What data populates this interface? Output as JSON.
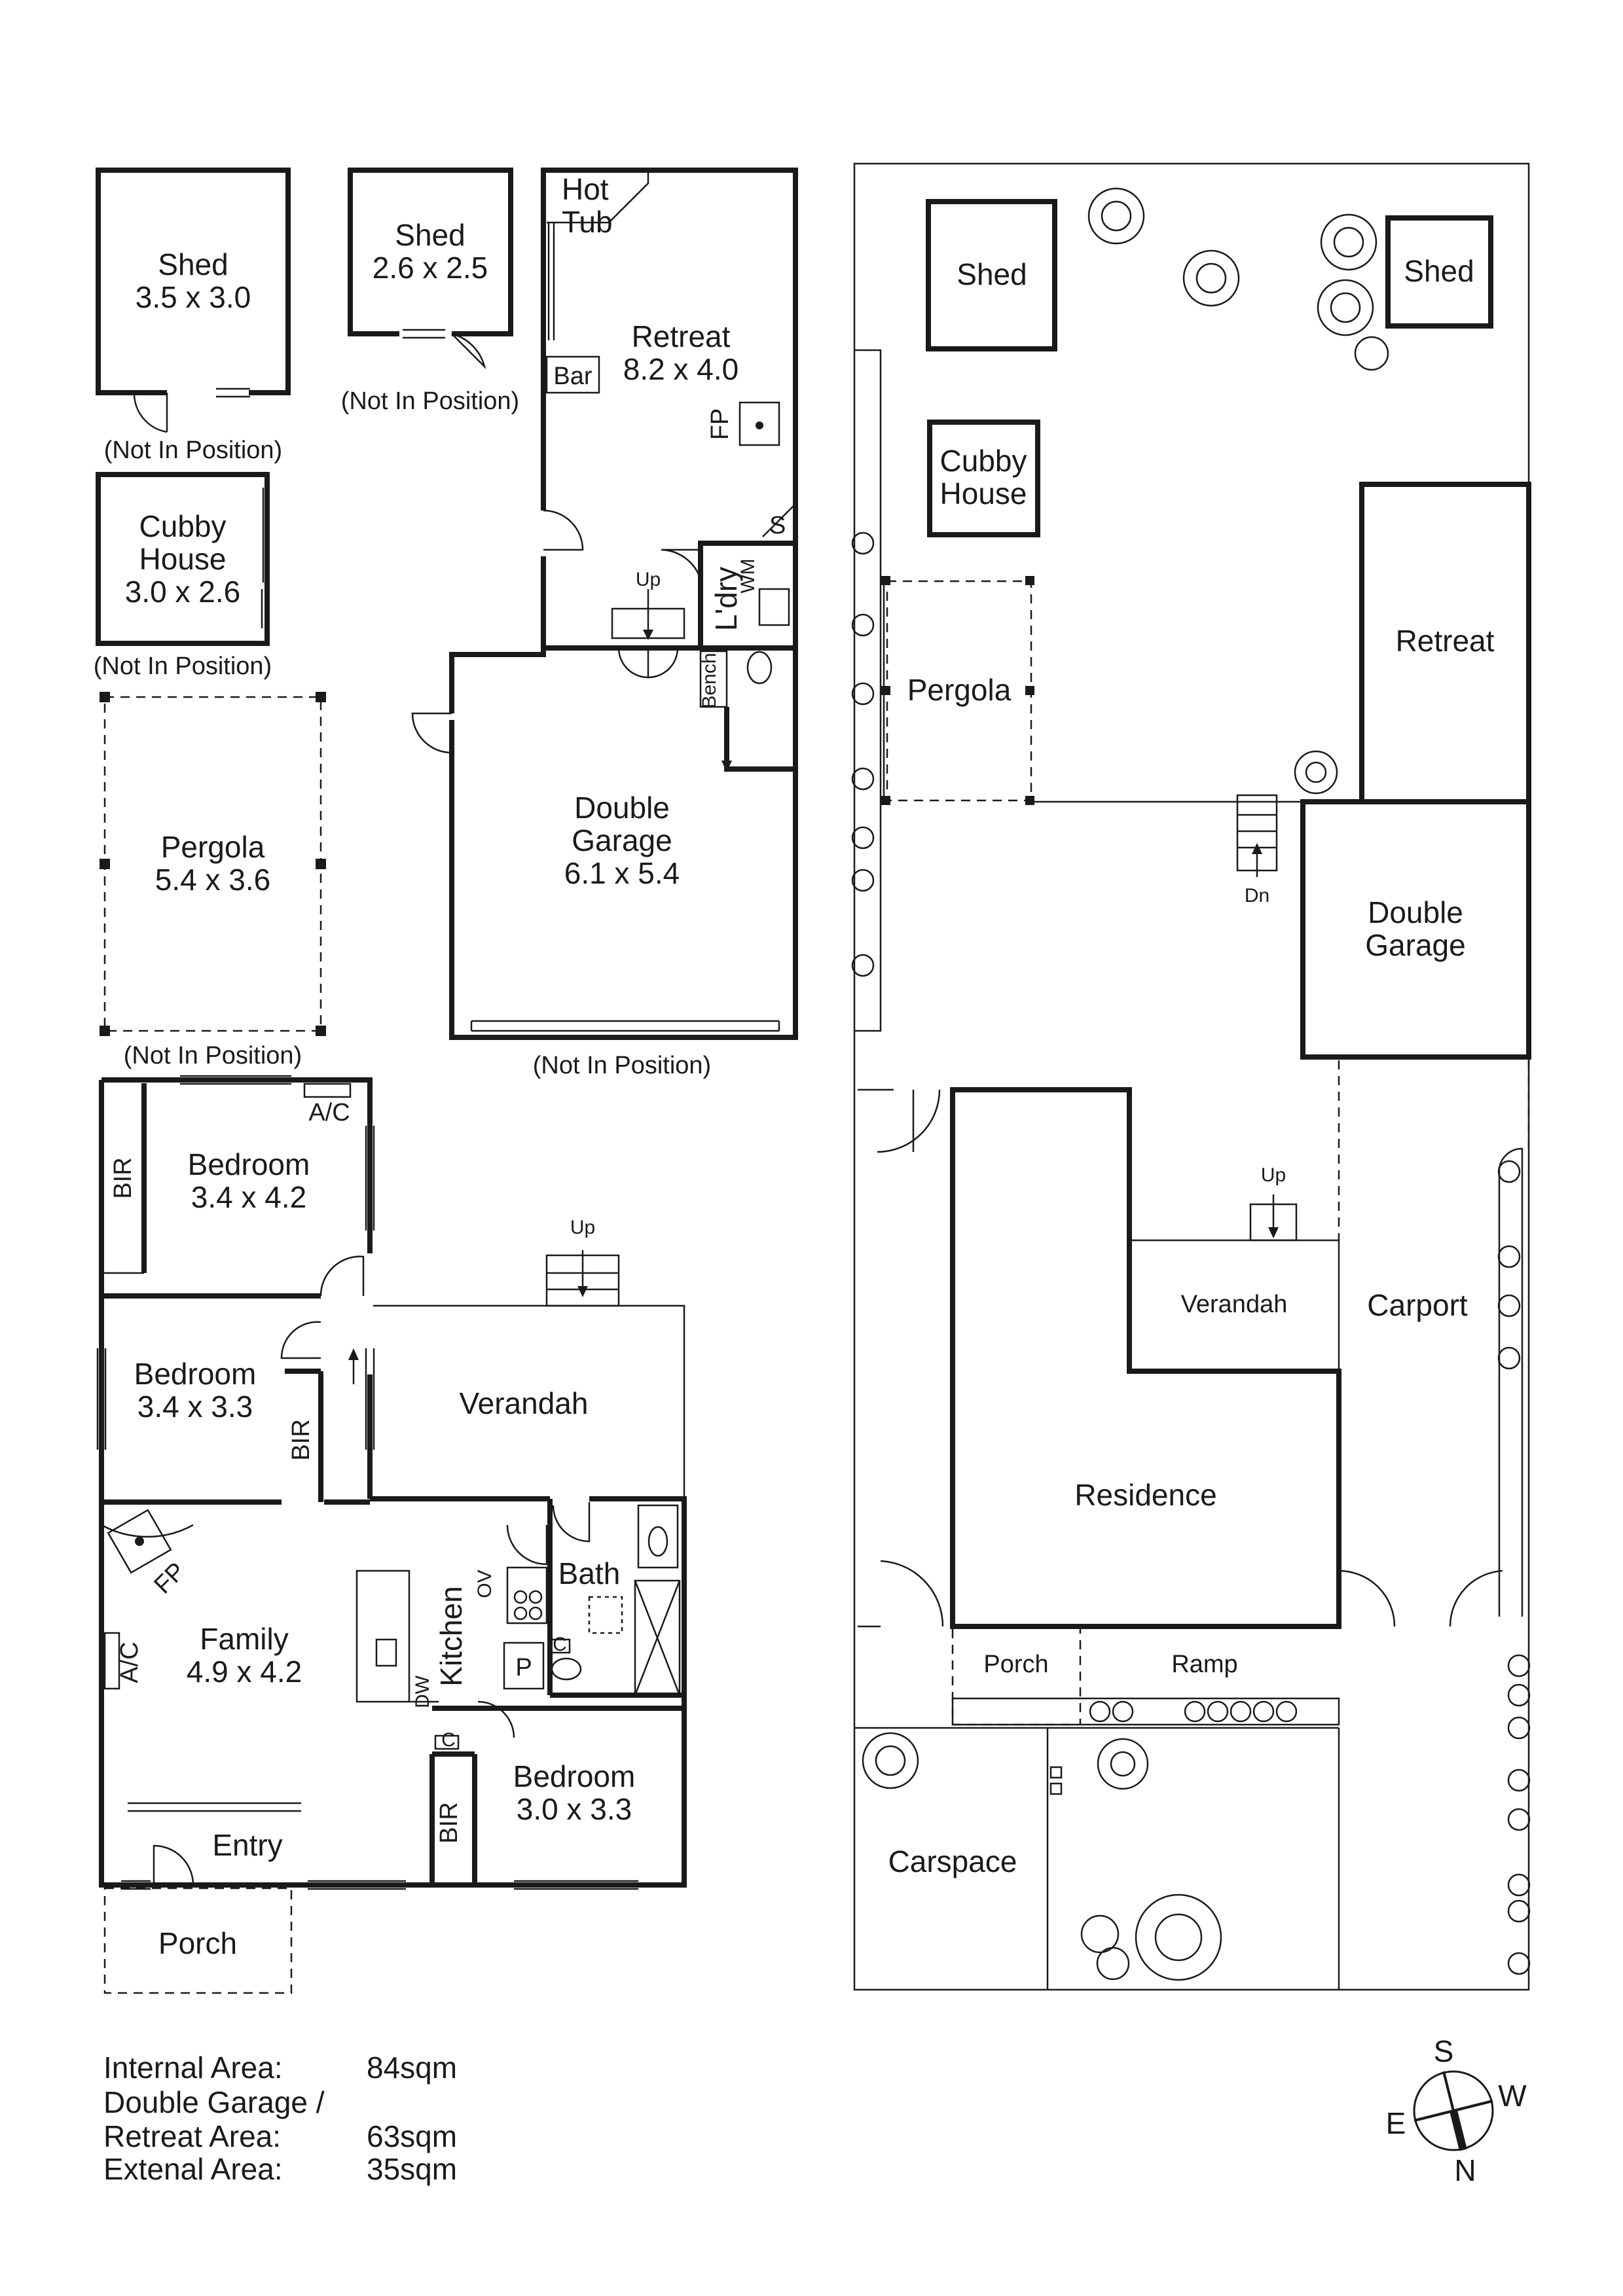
{
  "plan_left": {
    "shed_1": {
      "name": "Shed",
      "size": "3.5 x 3.0",
      "note": "(Not In Position)"
    },
    "shed_2": {
      "name": "Shed",
      "size": "2.6 x 2.5",
      "note": "(Not In Position)"
    },
    "cubby": {
      "name_1": "Cubby",
      "name_2": "House",
      "size": "3.0 x 2.6",
      "note": "(Not In Position)"
    },
    "pergola": {
      "name": "Pergola",
      "size": "5.4 x 3.6",
      "note": "(Not In Position)"
    },
    "hot_tub": {
      "name_1": "Hot",
      "name_2": "Tub"
    },
    "retreat": {
      "name": "Retreat",
      "size": "8.2 x 4.0",
      "bar": "Bar",
      "fp": "FP"
    },
    "laundry": {
      "name": "L'dry",
      "wm": "WM",
      "s": "S",
      "up": "Up",
      "bench": "Bench"
    },
    "garage": {
      "name_1": "Double",
      "name_2": "Garage",
      "size": "6.1 x 5.4",
      "note": "(Not In Position)"
    },
    "bedroom_1": {
      "name": "Bedroom",
      "size": "3.4 x 4.2",
      "bir": "BIR",
      "ac": "A/C"
    },
    "bedroom_2": {
      "name": "Bedroom",
      "size": "3.4 x 3.3",
      "bir": "BIR"
    },
    "verandah": {
      "name": "Verandah",
      "up": "Up"
    },
    "family": {
      "name": "Family",
      "size": "4.9 x 4.2",
      "fp": "FP",
      "ac": "A/C"
    },
    "kitchen": {
      "name": "Kitchen",
      "ov": "OV",
      "dw": "DW"
    },
    "bath": {
      "name": "Bath",
      "p": "P",
      "c": "C"
    },
    "bedroom_3": {
      "name": "Bedroom",
      "size": "3.0 x 3.3",
      "bir": "BIR",
      "c": "C"
    },
    "entry": {
      "name": "Entry"
    },
    "porch": {
      "name": "Porch"
    }
  },
  "plan_right": {
    "shed_a": "Shed",
    "shed_b": "Shed",
    "cubby_1": "Cubby",
    "cubby_2": "House",
    "pergola": "Pergola",
    "retreat": "Retreat",
    "dn": "Dn",
    "garage_1": "Double",
    "garage_2": "Garage",
    "up": "Up",
    "verandah": "Verandah",
    "carport": "Carport",
    "residence": "Residence",
    "porch": "Porch",
    "ramp": "Ramp",
    "carspace": "Carspace"
  },
  "areas": {
    "internal_label": "Internal Area:",
    "internal_value": "84sqm",
    "garage_label_1": "Double Garage /",
    "garage_label_2": "Retreat Area:",
    "garage_value": "63sqm",
    "external_label": "Extenal Area:",
    "external_value": "35sqm"
  },
  "compass": {
    "n": "N",
    "s": "S",
    "e": "E",
    "w": "W"
  }
}
